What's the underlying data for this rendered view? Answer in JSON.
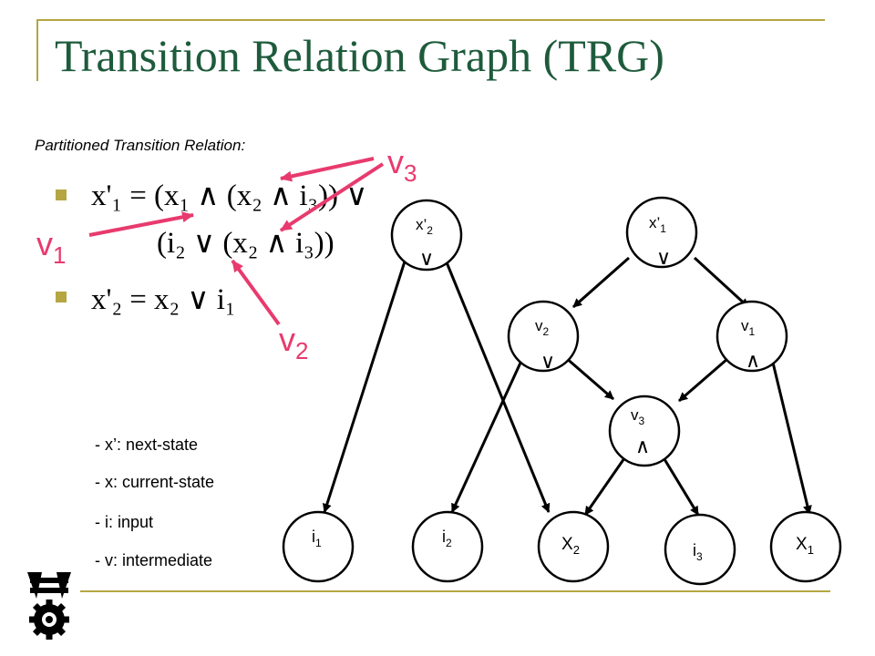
{
  "title": "Transition Relation Graph (TRG)",
  "subtitle": "Partitioned Transition Relation:",
  "equations": {
    "line1": "x'₁ = (x₁ ∧ (x₂ ∧ i₃)) ∨",
    "line2": "(i₂ ∨ (x₂ ∧ i₃))",
    "line3": "x'₂ = x₂ ∨ i₁"
  },
  "annotations": {
    "v1": {
      "base": "v",
      "sub": "1"
    },
    "v2": {
      "base": "v",
      "sub": "2"
    },
    "v3": {
      "base": "v",
      "sub": "3"
    }
  },
  "legend": [
    "- x’: next-state",
    "- x:  current-state",
    "- i:   input",
    "- v:  intermediate"
  ],
  "nodes": {
    "x2p": {
      "base": "x’",
      "sub": "2",
      "op": "∨"
    },
    "x1p": {
      "base": "x’",
      "sub": "1",
      "op": "∨"
    },
    "v2": {
      "base": "v",
      "sub": "2",
      "op": "∨"
    },
    "v1": {
      "base": "v",
      "sub": "1",
      "op": "∧"
    },
    "v3": {
      "base": "v",
      "sub": "3",
      "op": "∧"
    },
    "i1": {
      "base": "i",
      "sub": "1"
    },
    "i2": {
      "base": "i",
      "sub": "2"
    },
    "X2": {
      "base": "X",
      "sub": "2"
    },
    "i3": {
      "base": "i",
      "sub": "3"
    },
    "X1": {
      "base": "X",
      "sub": "1"
    }
  },
  "colors": {
    "title": "#1e5b3c",
    "accent_line": "#b5a642",
    "bullet": "#b5a642",
    "arrow_pink": "#e83a6e",
    "graph": "#000000"
  },
  "logo": "technion-logo"
}
